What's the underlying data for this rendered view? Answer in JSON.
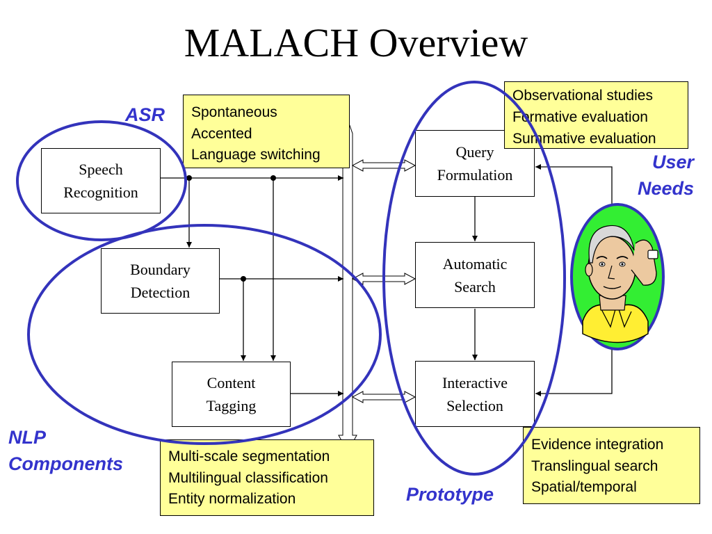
{
  "title": "MALACH Overview",
  "boxes": {
    "speech_recognition": "Speech\nRecognition",
    "boundary_detection": "Boundary\nDetection",
    "content_tagging": "Content\nTagging",
    "query_formulation": "Query\nFormulation",
    "automatic_search": "Automatic\nSearch",
    "interactive_selection": "Interactive\nSelection"
  },
  "notes": {
    "asr": [
      "Spontaneous",
      "Accented",
      "Language switching"
    ],
    "user_needs": [
      "Observational studies",
      "Formative evaluation",
      "Summative evaluation"
    ],
    "nlp": [
      "Multi-scale segmentation",
      "Multilingual classification",
      "Entity normalization"
    ],
    "prototype": [
      "Evidence integration",
      "Translingual search",
      "Spatial/temporal"
    ]
  },
  "labels": {
    "asr": "ASR",
    "user_needs": "User\nNeeds",
    "nlp": "NLP\nComponents",
    "prototype": "Prototype"
  },
  "colors": {
    "ellipse": "#3333bb",
    "note_fill": "#ffff99",
    "label": "#3333cc",
    "portrait_bg": "#33ee33"
  },
  "icons": {
    "user_portrait": "user-portrait-icon"
  }
}
